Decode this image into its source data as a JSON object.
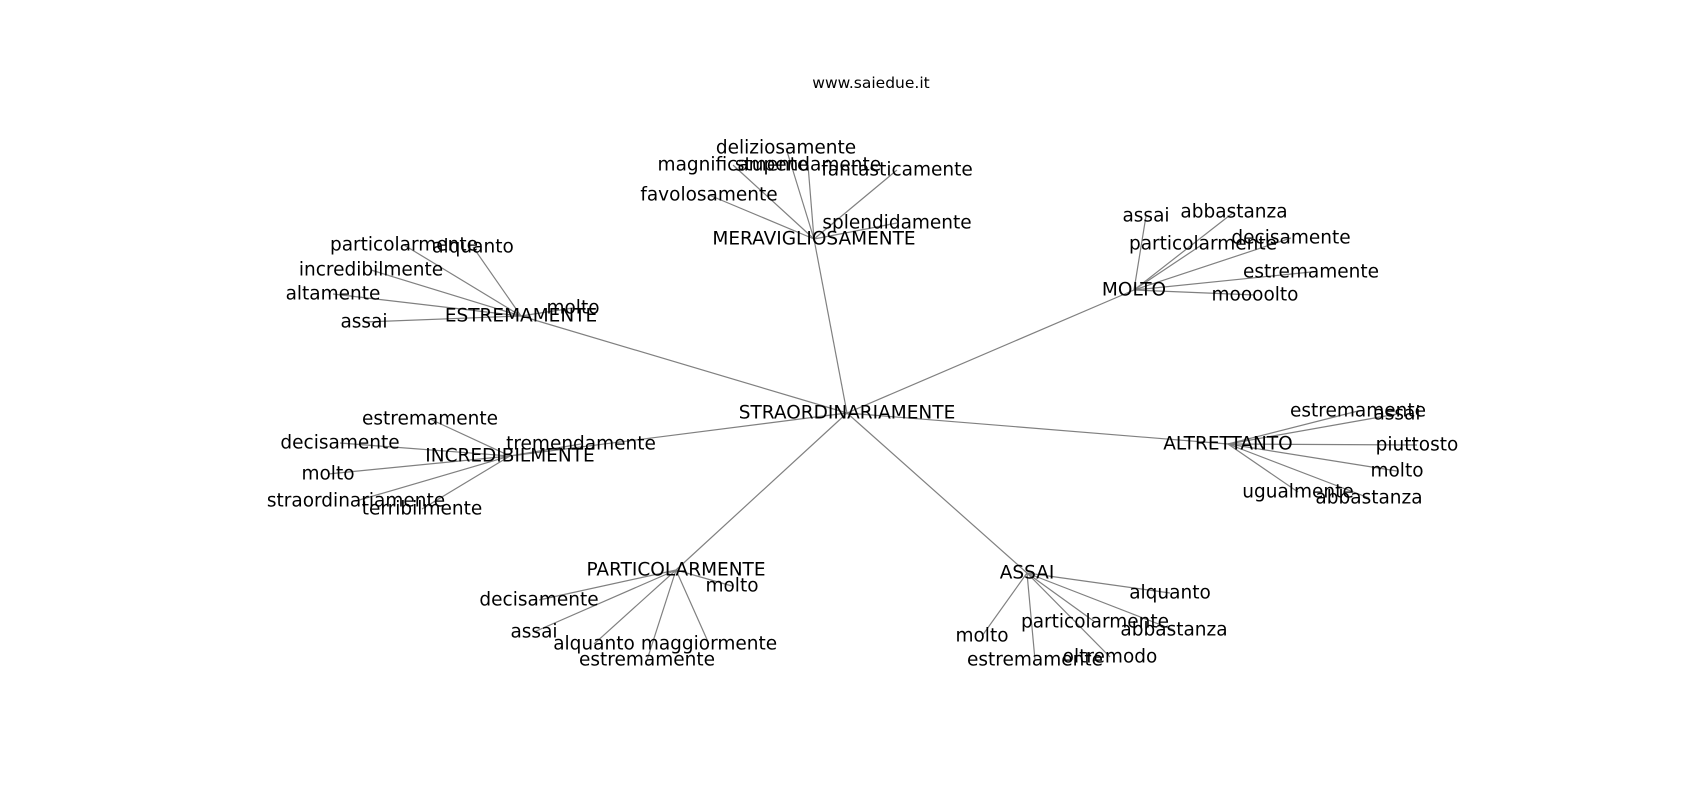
{
  "watermark": "www.saiedue.it",
  "colors": {
    "edge": "#808080",
    "text": "#000000",
    "background": "#ffffff"
  },
  "graph": {
    "root": "STRAORDINARIAMENTE",
    "branches": [
      {
        "id": "meravigliosamente",
        "label": "MERAVIGLIOSAMENTE",
        "leaves": [
          {
            "id": "deliziosamente",
            "label": "deliziosamente"
          },
          {
            "id": "magnificamente",
            "label": "magnificamente"
          },
          {
            "id": "stupendamente",
            "label": "stupendamente"
          },
          {
            "id": "fantasticamente",
            "label": "fantasticamente"
          },
          {
            "id": "favolosamente",
            "label": "favolosamente"
          },
          {
            "id": "splendidamente",
            "label": "splendidamente"
          }
        ]
      },
      {
        "id": "estremamente",
        "label": "ESTREMAMENTE",
        "leaves": [
          {
            "id": "particolarmente",
            "label": "particolarmente"
          },
          {
            "id": "alquanto",
            "label": "alquanto"
          },
          {
            "id": "incredibilmente",
            "label": "incredibilmente"
          },
          {
            "id": "altamente",
            "label": "altamente"
          },
          {
            "id": "molto",
            "label": "molto"
          },
          {
            "id": "assai",
            "label": "assai"
          }
        ]
      },
      {
        "id": "molto",
        "label": "MOLTO",
        "leaves": [
          {
            "id": "assai",
            "label": "assai"
          },
          {
            "id": "abbastanza",
            "label": "abbastanza"
          },
          {
            "id": "particolarmente",
            "label": "particolarmente"
          },
          {
            "id": "decisamente",
            "label": "decisamente"
          },
          {
            "id": "estremamente",
            "label": "estremamente"
          },
          {
            "id": "moooolto",
            "label": "moooolto"
          }
        ]
      },
      {
        "id": "incredibilmente",
        "label": "INCREDIBILMENTE",
        "leaves": [
          {
            "id": "estremamente",
            "label": "estremamente"
          },
          {
            "id": "decisamente",
            "label": "decisamente"
          },
          {
            "id": "tremendamente",
            "label": "tremendamente"
          },
          {
            "id": "molto",
            "label": "molto"
          },
          {
            "id": "straordinariamente",
            "label": "straordinariamente"
          },
          {
            "id": "terribilmente",
            "label": "terribilmente"
          }
        ]
      },
      {
        "id": "altrettanto",
        "label": "ALTRETTANTO",
        "leaves": [
          {
            "id": "estremamente",
            "label": "estremamente"
          },
          {
            "id": "assai",
            "label": "assai"
          },
          {
            "id": "piuttosto",
            "label": "piuttosto"
          },
          {
            "id": "molto",
            "label": "molto"
          },
          {
            "id": "ugualmente",
            "label": "ugualmente"
          },
          {
            "id": "abbastanza",
            "label": "abbastanza"
          }
        ]
      },
      {
        "id": "particolarmente",
        "label": "PARTICOLARMENTE",
        "leaves": [
          {
            "id": "decisamente",
            "label": "decisamente"
          },
          {
            "id": "molto",
            "label": "molto"
          },
          {
            "id": "assai",
            "label": "assai"
          },
          {
            "id": "alquanto",
            "label": "alquanto"
          },
          {
            "id": "maggiormente",
            "label": "maggiormente"
          },
          {
            "id": "estremamente",
            "label": "estremamente"
          }
        ]
      },
      {
        "id": "assai",
        "label": "ASSAI",
        "leaves": [
          {
            "id": "alquanto",
            "label": "alquanto"
          },
          {
            "id": "particolarmente",
            "label": "particolarmente"
          },
          {
            "id": "abbastanza",
            "label": "abbastanza"
          },
          {
            "id": "molto",
            "label": "molto"
          },
          {
            "id": "oltremodo",
            "label": "oltremodo"
          },
          {
            "id": "estremamente",
            "label": "estremamente"
          }
        ]
      }
    ]
  }
}
